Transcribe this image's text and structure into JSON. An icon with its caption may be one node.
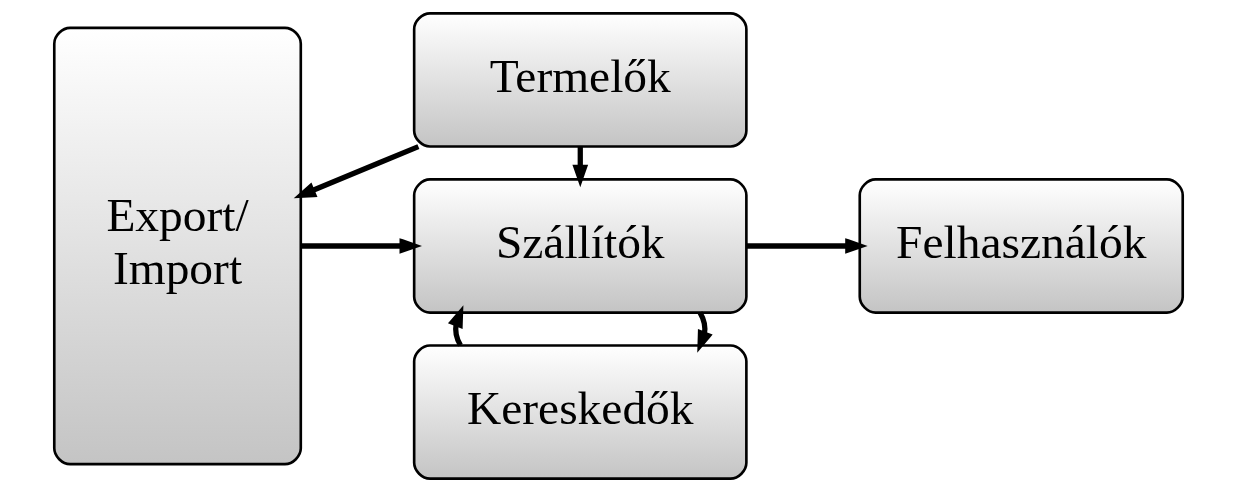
{
  "diagram": {
    "nodes": [
      {
        "text": [
          "Export/ Import"
        ]
      },
      {
        "text": [
          "Termelők"
        ]
      },
      {
        "text": [
          "Szállítók"
        ]
      },
      {
        "text": [
          "Felhasználók"
        ]
      },
      {
        "text": [
          "Kereskedők"
        ]
      }
    ],
    "edges": [
      {
        "from": 1,
        "to": 0,
        "arrow": "to"
      },
      {
        "from": 1,
        "to": 2,
        "arrow": "to"
      },
      {
        "from": 0,
        "to": 2,
        "arrow": "to"
      },
      {
        "from": 2,
        "to": 3,
        "arrow": "to"
      },
      {
        "from": 2,
        "to": 4,
        "arrow": "to"
      },
      {
        "from": 4,
        "to": 2,
        "arrow": "to"
      }
    ]
  }
}
